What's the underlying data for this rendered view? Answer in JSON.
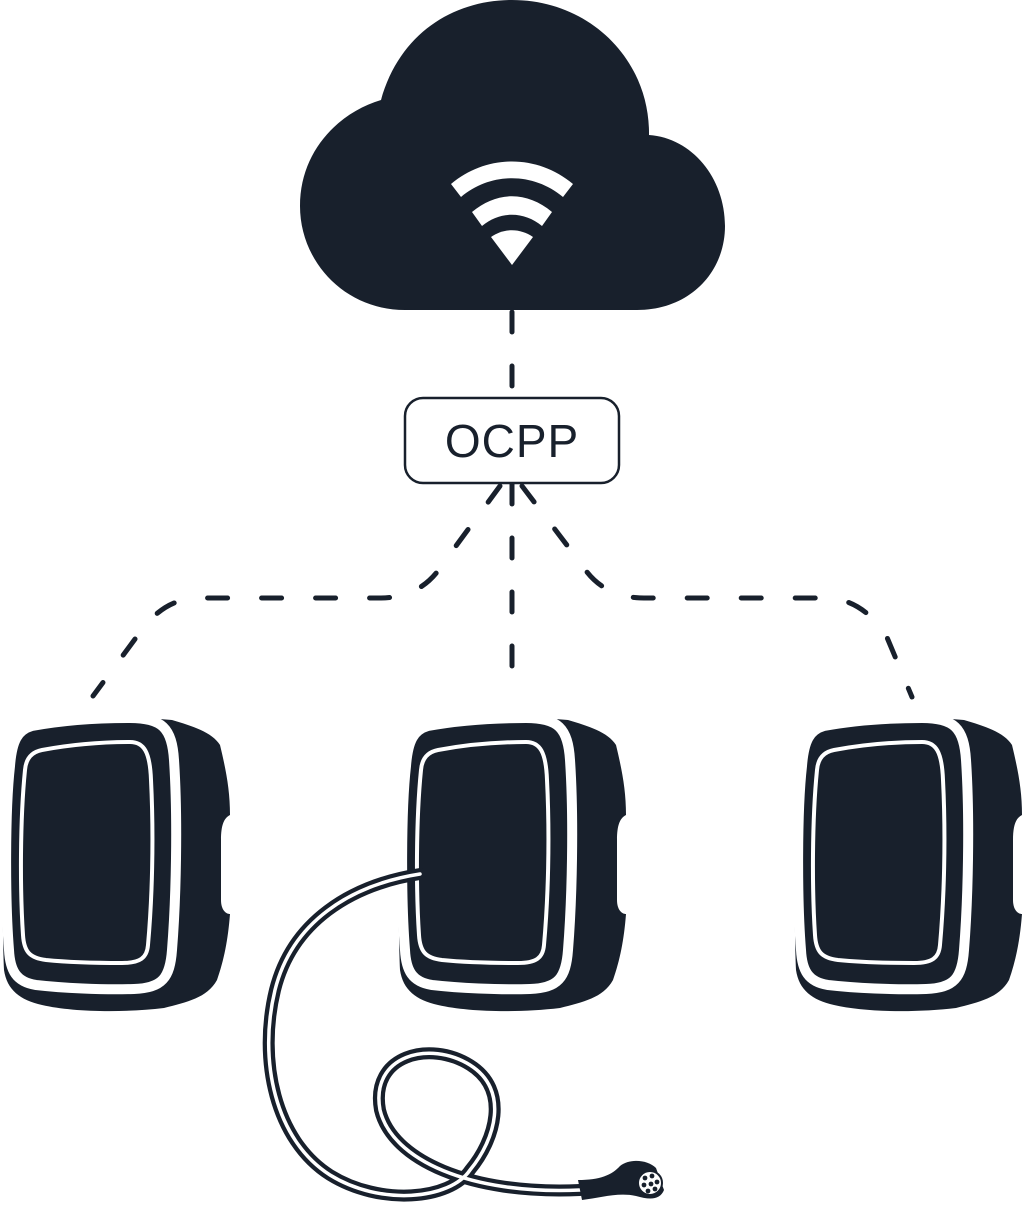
{
  "protocol_label": "OCPP",
  "colors": {
    "ink": "#18202c",
    "background": "#ffffff"
  },
  "icons": {
    "cloud": "cloud-icon",
    "wifi": "wifi-icon",
    "charger": "ev-charger-icon",
    "cable": "charging-cable-icon",
    "plug": "type2-plug-icon"
  },
  "chargers": [
    {
      "id": "left",
      "has_cable": false
    },
    {
      "id": "center",
      "has_cable": true
    },
    {
      "id": "right",
      "has_cable": false
    }
  ]
}
